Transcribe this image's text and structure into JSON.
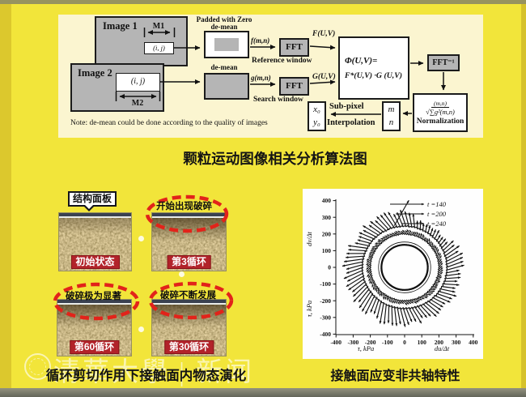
{
  "figure": {
    "captions": {
      "flowchart": "颗粒运动图像相关分析算法图",
      "photos": "循环剪切作用下接触面内物态演化",
      "chart": "接触面应变非共轴特性"
    },
    "watermark_text": "清華大學 | 新闻"
  },
  "flow": {
    "image1": "Image 1",
    "image2": "Image 2",
    "m1": "M1",
    "m2": "M2",
    "ij": "(i, j)",
    "padded": "Padded with Zero",
    "demean": "de-mean",
    "fmn": "f(m,n)",
    "gmn": "g(m,n)",
    "fft": "FFT",
    "ref_window": "Reference window",
    "search_window": "Search window",
    "FUV": "F(U,V)",
    "GUV": "G(U,V)",
    "phi1": "Φ(U,V)=",
    "phi2": "F*(U,V) ·G (U,V)",
    "fft_inv": "FFT⁻¹",
    "norm_num": "(m,n)",
    "norm_den": "√∑g²(m,n)",
    "norm_label": "Normalization",
    "m": "m",
    "n": "n",
    "x0": "x₀",
    "y0": "y₀",
    "sub1": "Sub-pixel",
    "sub2": "Interpolation",
    "note": "Note: de-mean could be done according to the quality of images"
  },
  "photos": {
    "bubble": "结构面板",
    "items": [
      {
        "label": "初始状态",
        "annotation": ""
      },
      {
        "label": "第3循环",
        "annotation": "开始出现破碎"
      },
      {
        "label": "第60循环",
        "annotation": "破碎极为显著"
      },
      {
        "label": "第30循环",
        "annotation": "破碎不断发展"
      }
    ]
  },
  "chart_data": {
    "type": "scatter",
    "title": "",
    "xlabel_left": "τ, kPa",
    "xlabel_right": "du/Δt",
    "ylabel_top": "dv/Δt",
    "ylabel_bottom": "τ, kPa",
    "xlim": [
      -400,
      400
    ],
    "ylim": [
      -400,
      400
    ],
    "xticks": [
      -400,
      -300,
      -200,
      -100,
      0,
      100,
      200,
      300,
      400
    ],
    "yticks": [
      -400,
      -300,
      -200,
      -100,
      0,
      100,
      200,
      300,
      400
    ],
    "legend": [
      "t =140",
      "t =200",
      "t =240"
    ],
    "series": [
      {
        "name": "t =140",
        "radius": 135,
        "arrow_len": 10,
        "count": 66,
        "tilt_deg": 68
      },
      {
        "name": "t =200",
        "radius": 200,
        "arrow_len": 32,
        "count": 100,
        "tilt_deg": 48
      },
      {
        "name": "t =240",
        "radius": 246,
        "arrow_len": 92,
        "count": 90,
        "tilt_deg": 20
      }
    ],
    "grid": false,
    "legend_position": "top-right"
  },
  "colors": {
    "background": "#f2e53a",
    "panel": "#fbf5d0",
    "box_gray": "#b5b5b5",
    "red_label": "#b2232a",
    "red_dash": "#e2231a",
    "caption_text": "#141414"
  }
}
